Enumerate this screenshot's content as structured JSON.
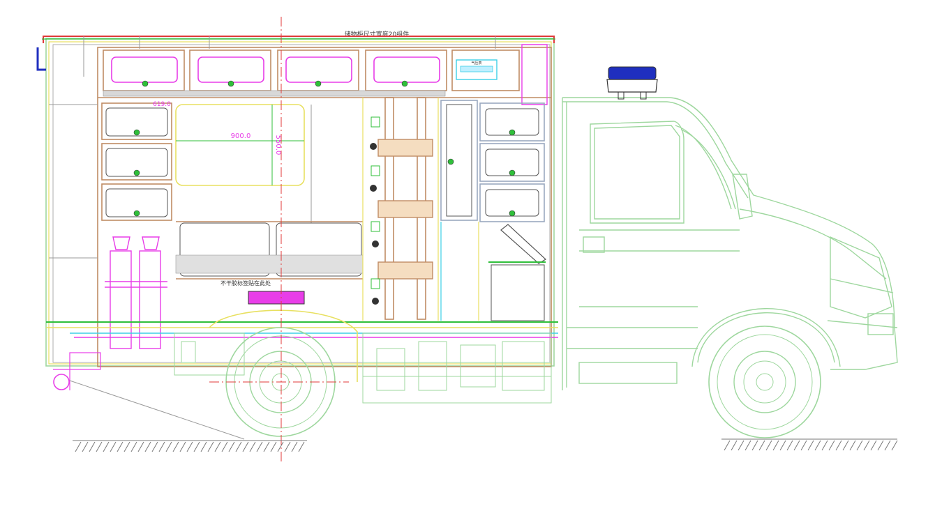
{
  "drawing": {
    "top_note": "储物柜尺寸宽度20组件",
    "mid_note": "不干胶标签贴在此处",
    "dim_width": "900.0",
    "dim_height": "550.0",
    "dim_small": "619.0",
    "panel_text": "气压表"
  },
  "colors": {
    "cab": "#9ed79e",
    "frame": "#c08c64",
    "magenta": "#e83de8",
    "green": "#2fbf3a",
    "yellow": "#e8e060",
    "gray": "#9a9a9a",
    "cyan": "#3dcfe6",
    "red": "#e03a3a",
    "beacon": "#1f2fbf",
    "dark": "#444444"
  }
}
